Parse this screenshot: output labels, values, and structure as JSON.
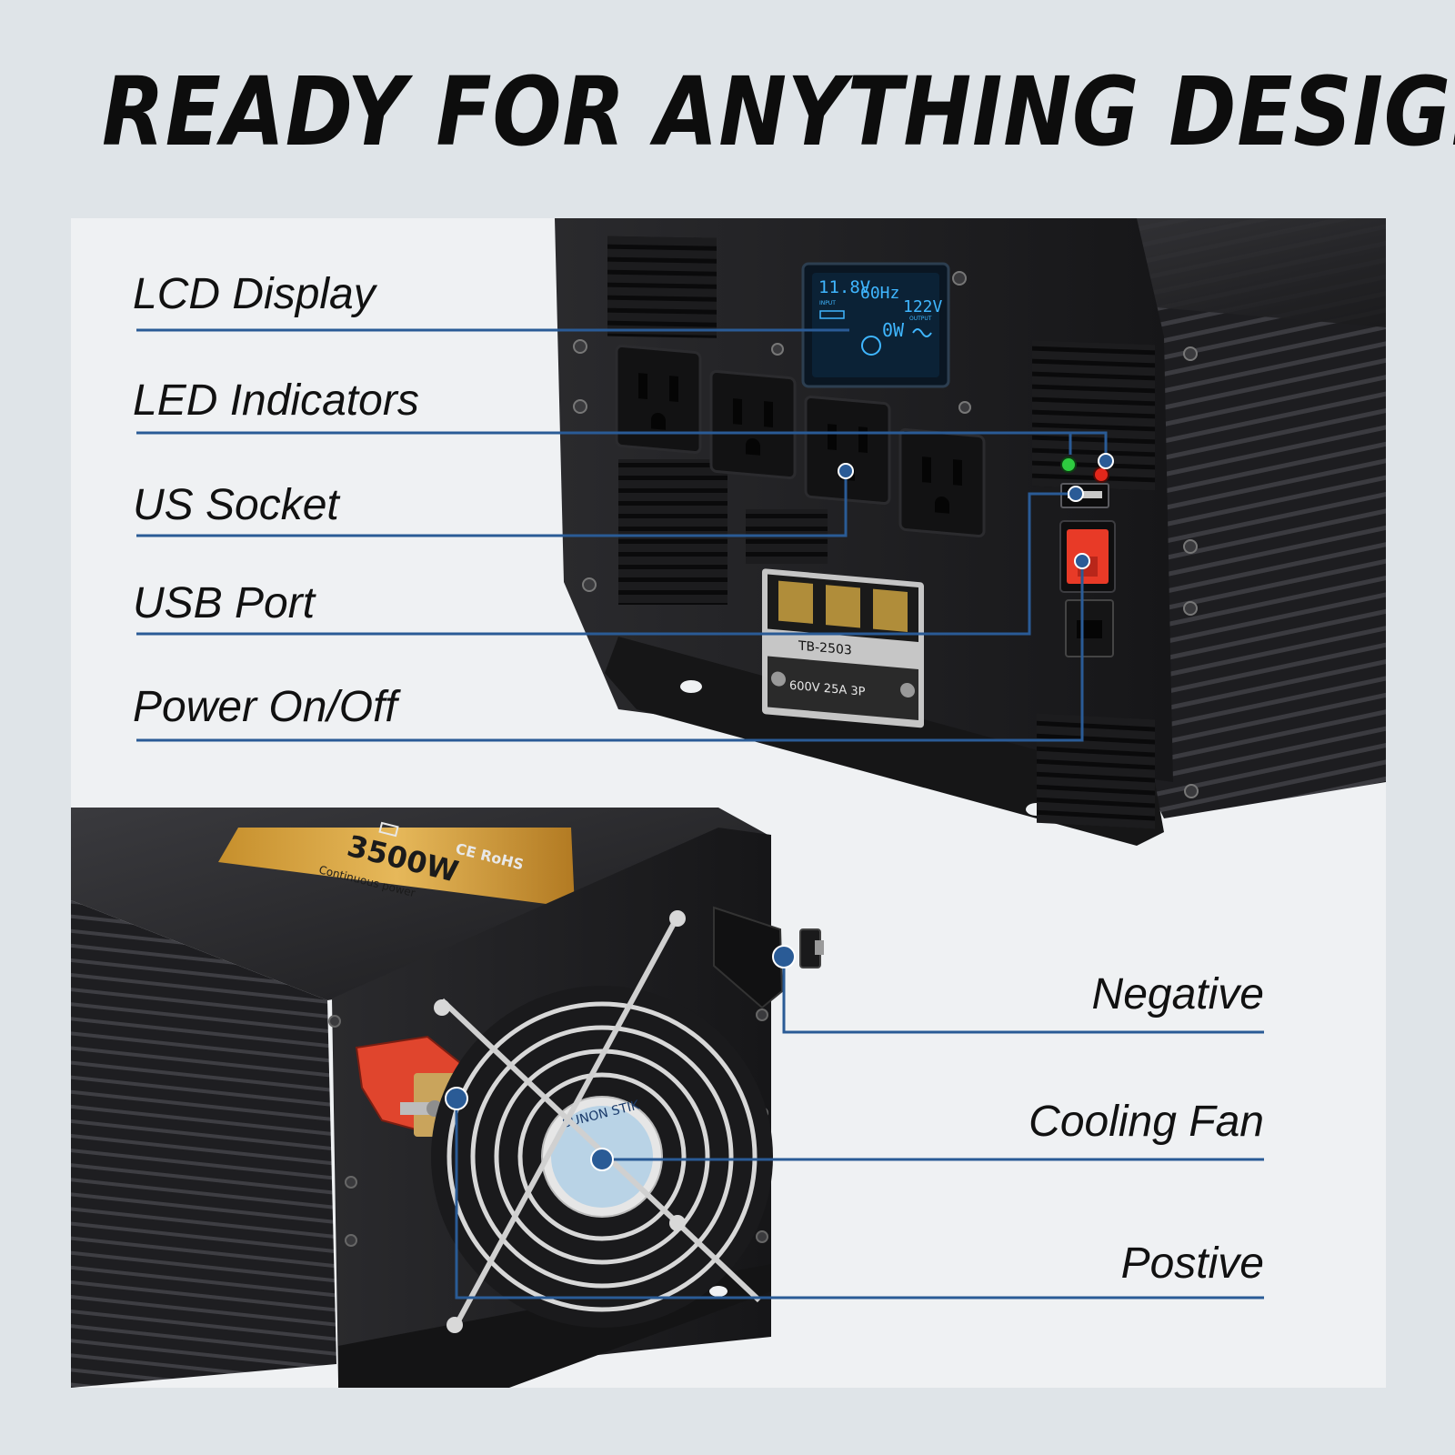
{
  "headline": "READY FOR ANYTHING DESIGN",
  "front_labels": [
    {
      "text": "LCD Display"
    },
    {
      "text": "LED Indicators"
    },
    {
      "text": "US Socket"
    },
    {
      "text": "USB Port"
    },
    {
      "text": "Power On/Off"
    }
  ],
  "rear_labels": [
    {
      "text": "Negative"
    },
    {
      "text": "Cooling Fan"
    },
    {
      "text": "Postive"
    }
  ],
  "lcd": {
    "input_voltage": "11.8V",
    "frequency": "60Hz",
    "output_voltage": "122V",
    "input_tag": "INPUT",
    "output_tag": "OUTPUT",
    "load": "0W"
  },
  "terminal_block": {
    "model": "TB-2503",
    "rating": "600V 25A 3P"
  },
  "badge": {
    "power": "3500W",
    "subtitle": "Continuous power",
    "certs": "CE RoHS"
  },
  "fan_sticker": "SUNON STIK",
  "colors": {
    "accent_line": "#2a5b96",
    "background": "#dfe4e8",
    "panel": "#eff1f3",
    "device_body": "#1b1b1d",
    "switch_red": "#e83a27",
    "led_green": "#2ecc40",
    "led_red": "#e3271b",
    "lcd_blue": "#3fb6ff",
    "badge_gold": "#d6a43a"
  },
  "icons": [
    "usb-icon",
    "ce-mark-icon",
    "rohs-icon",
    "battery-icon",
    "sine-wave-icon"
  ]
}
